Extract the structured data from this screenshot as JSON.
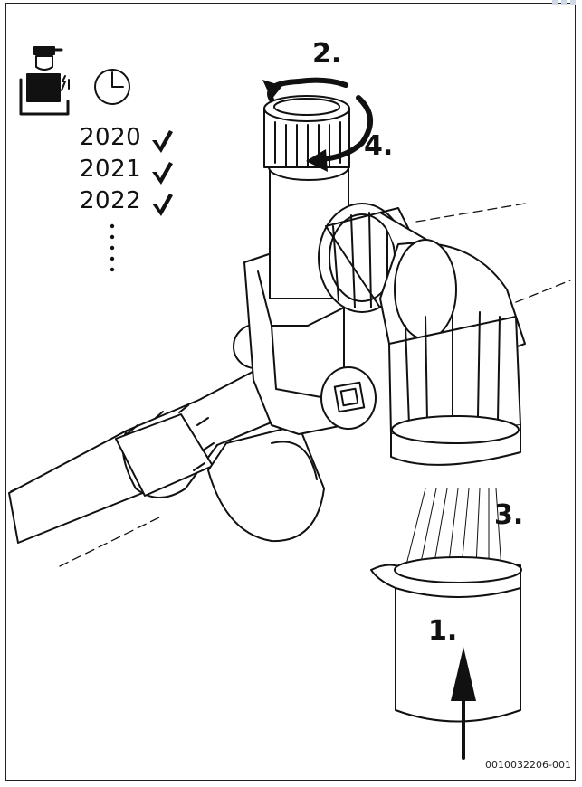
{
  "steps": {
    "step1": "1.",
    "step2": "2.",
    "step3": "3.",
    "step4": "4."
  },
  "years": [
    "2020",
    "2021",
    "2022"
  ],
  "icons": {
    "technician": "technician-icon",
    "clock": "clock-icon",
    "check": "checkmark-icon",
    "continuation": "vertical-dots-icon"
  },
  "figure_code": "0010032206-001",
  "colors": {
    "line": "#111111",
    "background": "#ffffff"
  }
}
